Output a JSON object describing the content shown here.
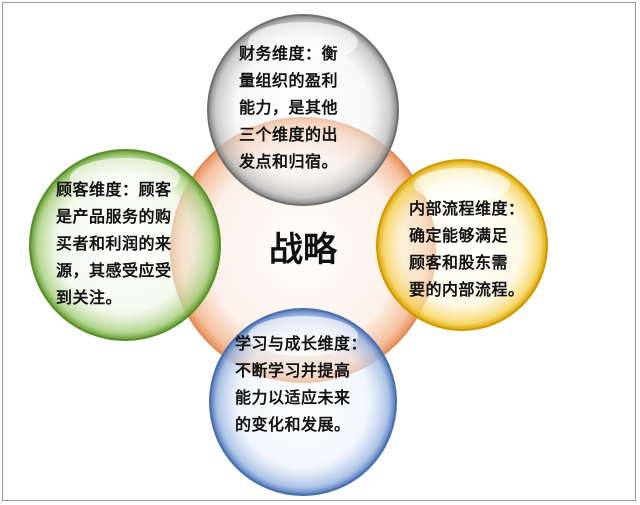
{
  "center": "战略",
  "dimensions": {
    "finance": {
      "lines": [
        "财务维度：衡",
        "量组织的盈利",
        "能力，是其他",
        "三个维度的出",
        "发点和归宿。"
      ],
      "color": "#c8c8c8"
    },
    "customer": {
      "lines": [
        "顾客维度：顾客",
        "是产品服务的购",
        "买者和利润的来",
        "源，其感受应受",
        "到关注。"
      ],
      "color": "#8fbf5a"
    },
    "process": {
      "lines": [
        "内部流程维度：",
        "确定能够满足",
        "顾客和股东需",
        "要的内部流程。"
      ],
      "color": "#f2c430"
    },
    "learning": {
      "lines": [
        "学习与成长维度：",
        "不断学习并提高",
        "能力以适应未来",
        "的变化和发展。"
      ],
      "color": "#7d9fd6"
    }
  },
  "strategy_color": "#f0a878"
}
